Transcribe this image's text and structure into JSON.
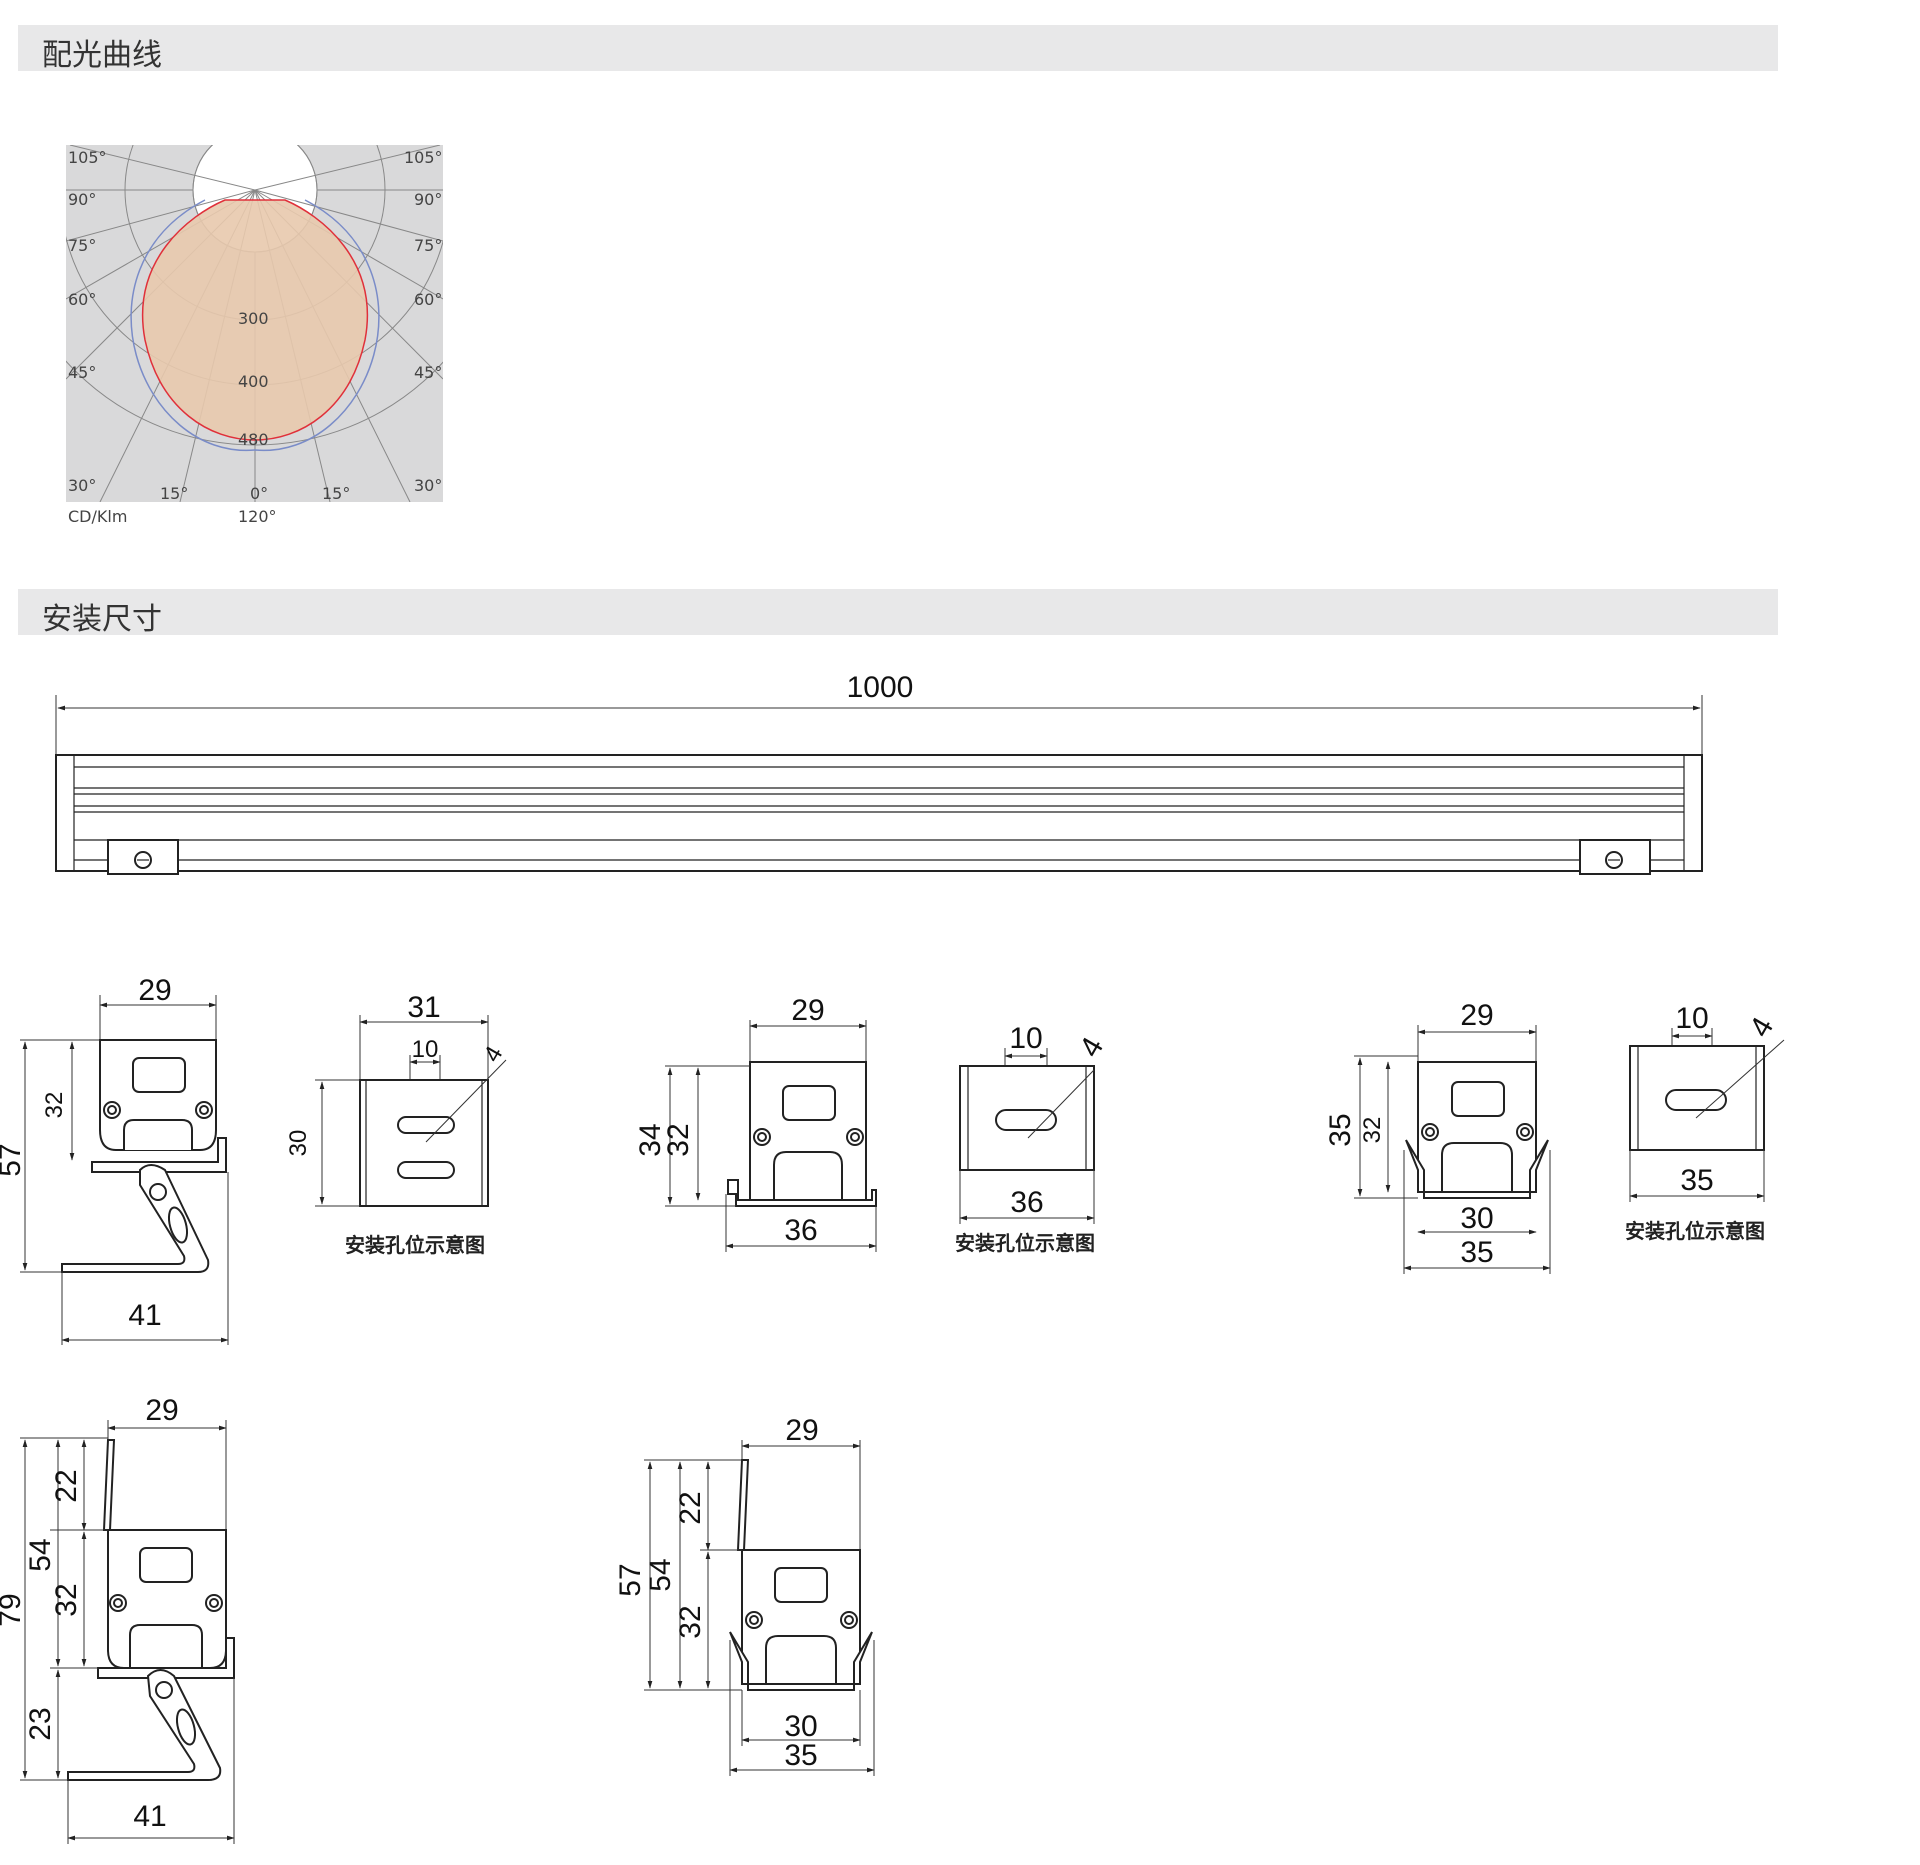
{
  "sections": {
    "light_curve_title": "配光曲线",
    "install_title": "安装尺寸"
  },
  "polar": {
    "left_angles": [
      "105°",
      "90°",
      "75°",
      "60°",
      "45°",
      "30°",
      "15°"
    ],
    "right_angles": [
      "105°",
      "90°",
      "75°",
      "60°",
      "45°",
      "30°",
      "15°"
    ],
    "center_angle": "0°",
    "radial_labels": [
      "300",
      "400",
      "480"
    ],
    "unit": "CD/Klm",
    "beam": "120°",
    "colors": {
      "fill": "#e8c9ad",
      "curve": "#e0303a",
      "ref_curve": "#7a8cc8",
      "grid": "#888888",
      "bg": "#d9d9da"
    }
  },
  "dims": {
    "length": "1000",
    "v1": {
      "top": "29",
      "h_inner": "32",
      "h_total": "57",
      "bottom": "41"
    },
    "h1": {
      "w": "31",
      "slot": "10",
      "d": "4",
      "h": "30",
      "caption": "安装孔位示意图"
    },
    "v2": {
      "top": "29",
      "h_outer": "34",
      "h_inner": "32",
      "bottom": "36"
    },
    "h2": {
      "slot": "10",
      "d": "4",
      "w": "36",
      "caption": "安装孔位示意图"
    },
    "v3": {
      "top": "29",
      "h_outer": "35",
      "h_inner": "32",
      "inner_w": "30",
      "outer_w": "35"
    },
    "h3": {
      "slot": "10",
      "d": "4",
      "w": "35",
      "caption": "安装孔位示意图"
    },
    "v4": {
      "top": "29",
      "h_total": "79",
      "h_54": "54",
      "h_22": "22",
      "h_32": "32",
      "h_23": "23",
      "bottom": "41"
    },
    "v5": {
      "top": "29",
      "h_total": "57",
      "h_54": "54",
      "h_22": "22",
      "h_32": "32",
      "inner_w": "30",
      "outer_w": "35"
    }
  }
}
